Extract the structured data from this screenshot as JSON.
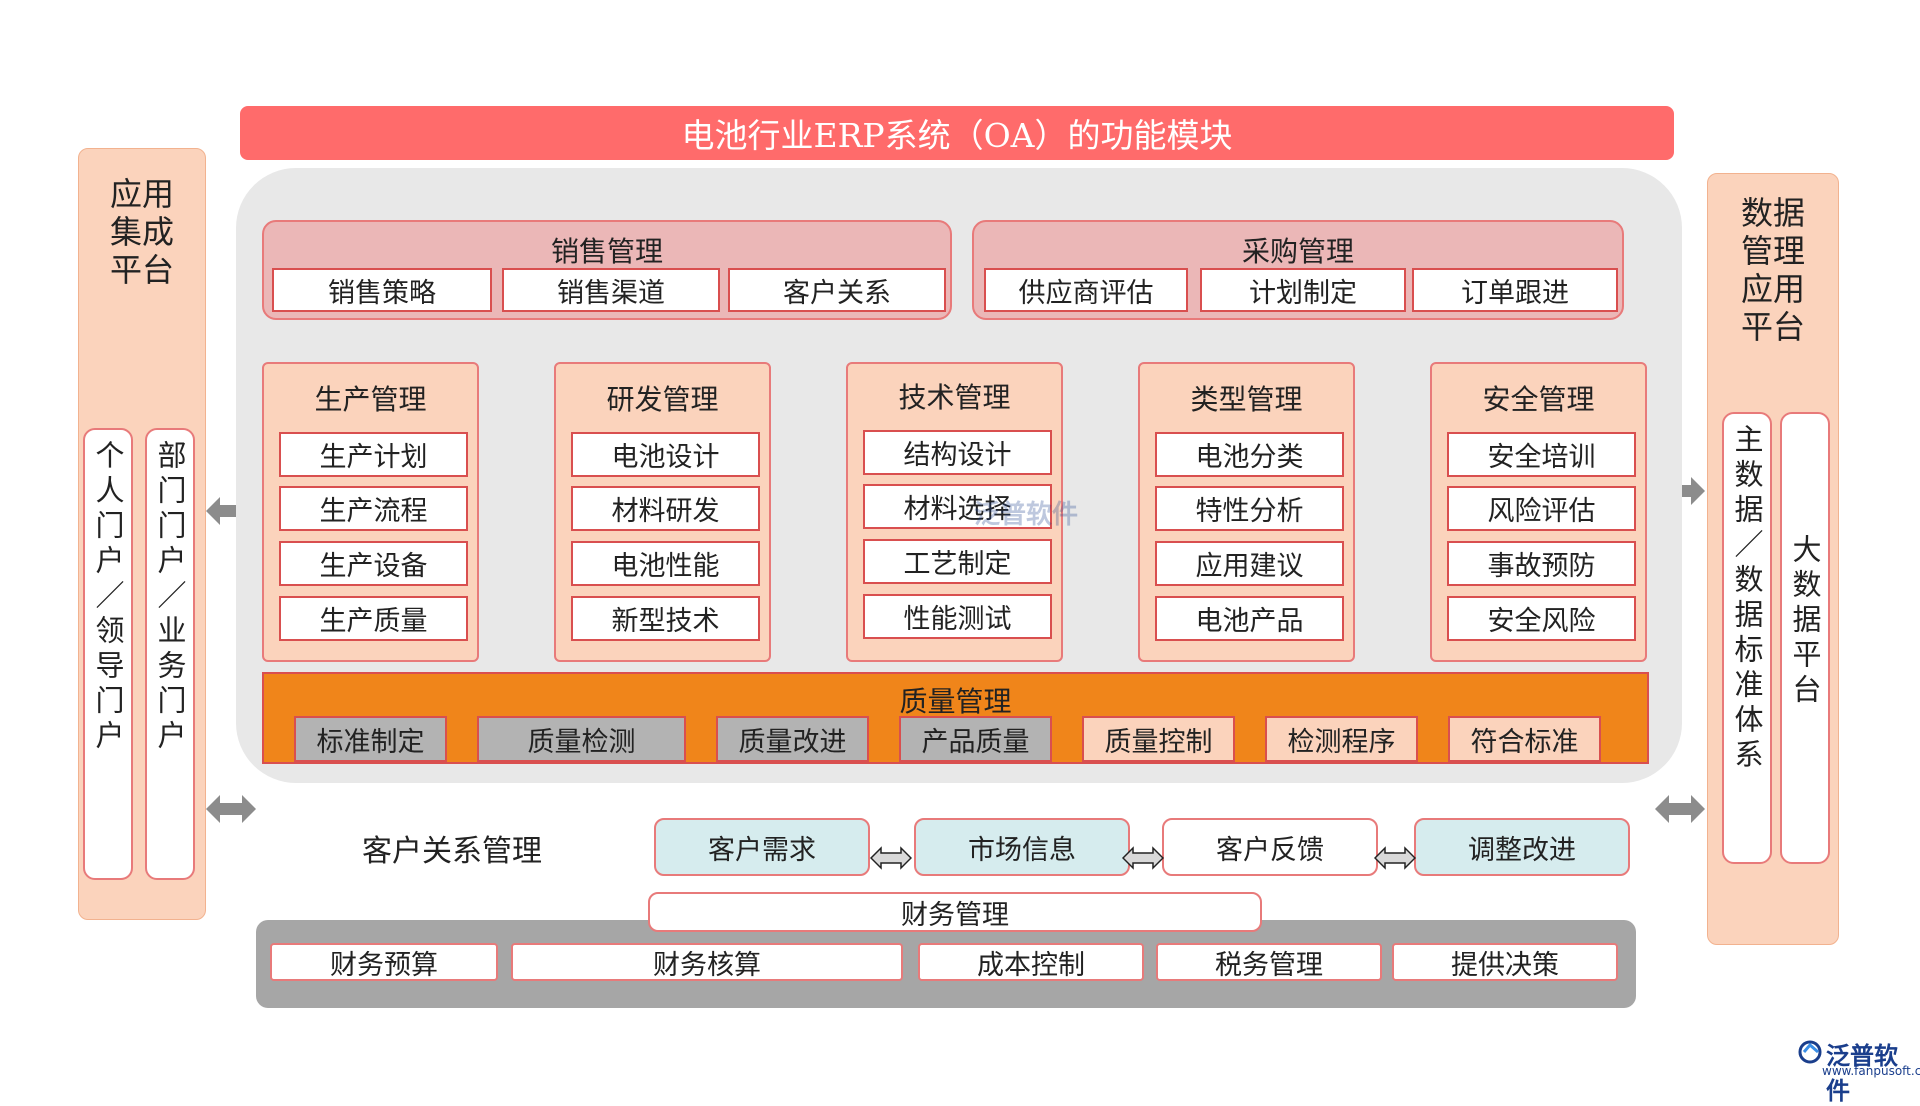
{
  "title": "电池行业ERP系统（OA）的功能模块",
  "left_panel": {
    "title_lines": [
      "应用",
      "集成",
      "平台"
    ],
    "portals": [
      "个人门户／领导门户",
      "部门门户／业务门户"
    ]
  },
  "right_panel": {
    "title_lines": [
      "数据",
      "管理",
      "应用",
      "平台"
    ],
    "columns": [
      "主数据／数据标准体系",
      "大数据平台"
    ]
  },
  "sales": {
    "title": "销售管理",
    "items": [
      "销售策略",
      "销售渠道",
      "客户关系"
    ]
  },
  "purchase": {
    "title": "采购管理",
    "items": [
      "供应商评估",
      "计划制定",
      "订单跟进"
    ]
  },
  "modules": [
    {
      "title": "生产管理",
      "items": [
        "生产计划",
        "生产流程",
        "生产设备",
        "生产质量"
      ]
    },
    {
      "title": "研发管理",
      "items": [
        "电池设计",
        "材料研发",
        "电池性能",
        "新型技术"
      ]
    },
    {
      "title": "技术管理",
      "items": [
        "结构设计",
        "材料选择",
        "工艺制定",
        "性能测试"
      ]
    },
    {
      "title": "类型管理",
      "items": [
        "电池分类",
        "特性分析",
        "应用建议",
        "电池产品"
      ]
    },
    {
      "title": "安全管理",
      "items": [
        "安全培训",
        "风险评估",
        "事故预防",
        "安全风险"
      ]
    }
  ],
  "quality": {
    "title": "质量管理",
    "items": [
      "标准制定",
      "质量检测",
      "质量改进",
      "产品质量",
      "质量控制",
      "检测程序",
      "符合标准"
    ]
  },
  "crm": {
    "title": "客户关系管理",
    "items": [
      "客户需求",
      "市场信息",
      "客户反馈",
      "调整改进"
    ]
  },
  "finance": {
    "title": "财务管理",
    "items": [
      "财务预算",
      "财务核算",
      "成本控制",
      "税务管理",
      "提供决策"
    ]
  },
  "watermark": {
    "center": "泛普软件",
    "corner": "泛普软件",
    "corner_url": "www.fanpusoft.com"
  },
  "colors": {
    "title_bar": "#ff6b6b",
    "quality_orange": "#f0851a",
    "panel_peach": "#fbd3bc",
    "group_pink": "#ebb7b7",
    "crm_teal": "#d6ecee",
    "finance_gray": "#a6a6a6"
  }
}
